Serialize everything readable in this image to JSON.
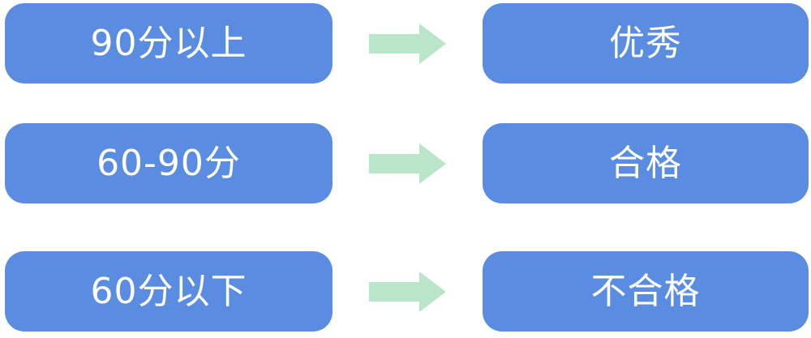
{
  "diagram": {
    "title": "score-to-grade-mapping",
    "rows": [
      {
        "source": "90分以上",
        "target": "优秀"
      },
      {
        "source": "60-90分",
        "target": "合格"
      },
      {
        "source": "60分以下",
        "target": "不合格"
      }
    ],
    "colors": {
      "box_blue": "#5A8DE2",
      "arrow_green": "#B9E5C9",
      "text_white": "#FFFFFF"
    }
  }
}
